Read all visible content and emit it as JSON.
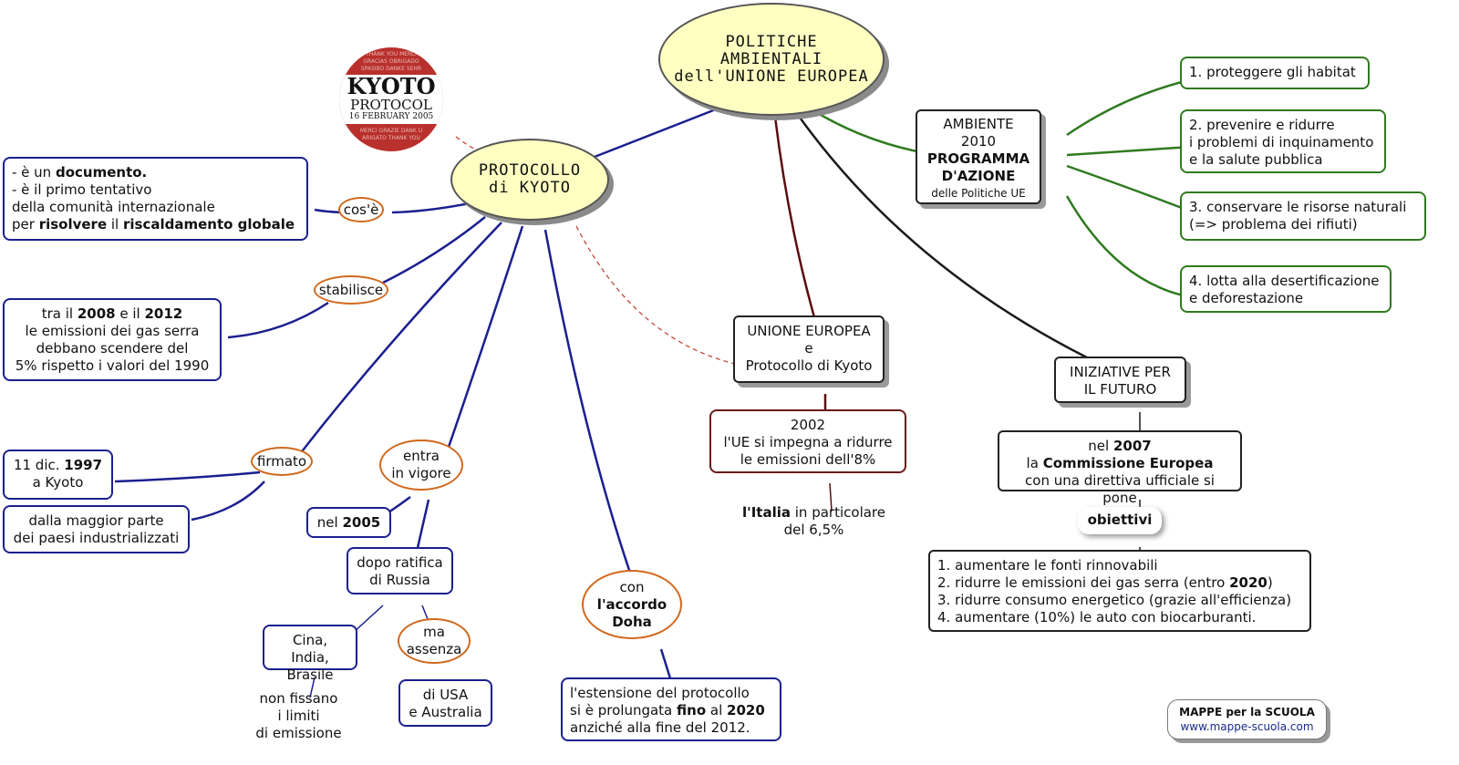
{
  "title": {
    "line1": "POLITICHE",
    "line2": "AMBIENTALI",
    "line3": "dell'UNIONE EUROPEA"
  },
  "kyoto_node": {
    "line1": "PROTOCOLLO",
    "line2": "di KYOTO"
  },
  "logo": {
    "line1": "KYOTO",
    "line2": "PROTOCOL",
    "line3": "16 FEBRUARY 2005",
    "pattern": [
      "THANK YOU MERCI",
      "GRACIAS OBRIGADO",
      "SPASIBO DANKE SEHR",
      "MERCI GRAZIE DANK U",
      "ARIGATO THANK YOU"
    ]
  },
  "links": {
    "cose": "cos'è",
    "stabilisce": "stabilisce",
    "firmato": "firmato",
    "entra": {
      "line1": "entra",
      "line2": "in vigore"
    },
    "ma": {
      "line1": "ma",
      "line2": "assenza"
    },
    "con": {
      "line1": "con",
      "line2": "l'accordo",
      "line3": "Doha"
    }
  },
  "cose_box": {
    "l1a": "- è un ",
    "l1b": "documento.",
    "l2": "- è il primo tentativo",
    "l3": "della comunità internazionale",
    "l4a": "per ",
    "l4b": "risolvere",
    "l4c": " il ",
    "l4d": "riscaldamento globale"
  },
  "stabilisce_box": {
    "l1a": "tra il ",
    "l1b": "2008",
    "l1c": " e il ",
    "l1d": "2012",
    "l2": "le emissioni dei gas serra",
    "l3": "debbano scendere del",
    "l4": "5% rispetto i valori del 1990"
  },
  "firmato_date": {
    "l1a": "11 dic. ",
    "l1b": "1997",
    "l2": "a Kyoto"
  },
  "firmato_by": {
    "l1": "dalla maggior parte",
    "l2": "dei paesi industrializzati"
  },
  "nel2005": {
    "a": "nel ",
    "b": "2005"
  },
  "dopo": {
    "l1": "dopo ratifica",
    "l2": "di Russia"
  },
  "cina": {
    "l1": "Cina, India,",
    "l2": "Brasile"
  },
  "non_fissano": {
    "l1": "non fissano",
    "l2": "i limiti",
    "l3": "di emissione"
  },
  "usa": {
    "l1": "di USA",
    "l2": "e Australia"
  },
  "estensione": {
    "l1": "l'estensione del protocollo",
    "l2a": "si è prolungata ",
    "l2b": "fino",
    "l2c": " al ",
    "l2d": "2020",
    "l3": "anziché alla fine del 2012."
  },
  "ue_kyoto": {
    "l1": "UNIONE EUROPEA",
    "l2": "e",
    "l3": "Protocollo di Kyoto"
  },
  "impegno": {
    "l1": "2002",
    "l2": "l'UE si impegna a ridurre",
    "l3": "le emissioni dell'8%"
  },
  "italia": {
    "l1a": "l'Italia",
    "l1b": " in particolare",
    "l2": "del 6,5%"
  },
  "ambiente": {
    "l1": "AMBIENTE",
    "l2": "2010",
    "l3": "PROGRAMMA",
    "l4": "D'AZIONE",
    "l5": "delle Politiche UE"
  },
  "goals": [
    {
      "l1": "1. proteggere gli habitat",
      "l2": "",
      "l3": ""
    },
    {
      "l1": "2. prevenire e ridurre",
      "l2": "i problemi di inquinamento",
      "l3": "e la salute pubblica"
    },
    {
      "l1": "3. conservare le risorse naturali",
      "l2": "(=> problema dei rifiuti)",
      "l3": ""
    },
    {
      "l1": "4. lotta alla desertificazione",
      "l2": "e deforestazione",
      "l3": ""
    }
  ],
  "iniziative": {
    "l1": "INIZIATIVE PER",
    "l2": "IL FUTURO"
  },
  "commissione": {
    "l1a": "nel ",
    "l1b": "2007",
    "l2a": "la ",
    "l2b": "Commissione Europea",
    "l3": "con una direttiva ufficiale si pone"
  },
  "obiettivi": "obiettivi",
  "obiettivi_list": [
    "1. aumentare le fonti rinnovabili",
    "2. ridurre le emissioni dei gas serra (entro ",
    "3. ridurre consumo energetico (grazie all'efficienza)",
    "4. aumentare (10%) le auto con biocarburanti."
  ],
  "obiettivi_2_bold": "2020",
  "obiettivi_2_end": ")",
  "credit": {
    "title": "MAPPE per la SCUOLA",
    "url": "www.mappe-scuola.com"
  },
  "colors": {
    "blue": "#1b1f8f",
    "green": "#2f7a1f",
    "darkred": "#6b1a1a",
    "orange": "#d0691d",
    "black": "#1a1a1a",
    "ellipse": "#ffffc2"
  }
}
